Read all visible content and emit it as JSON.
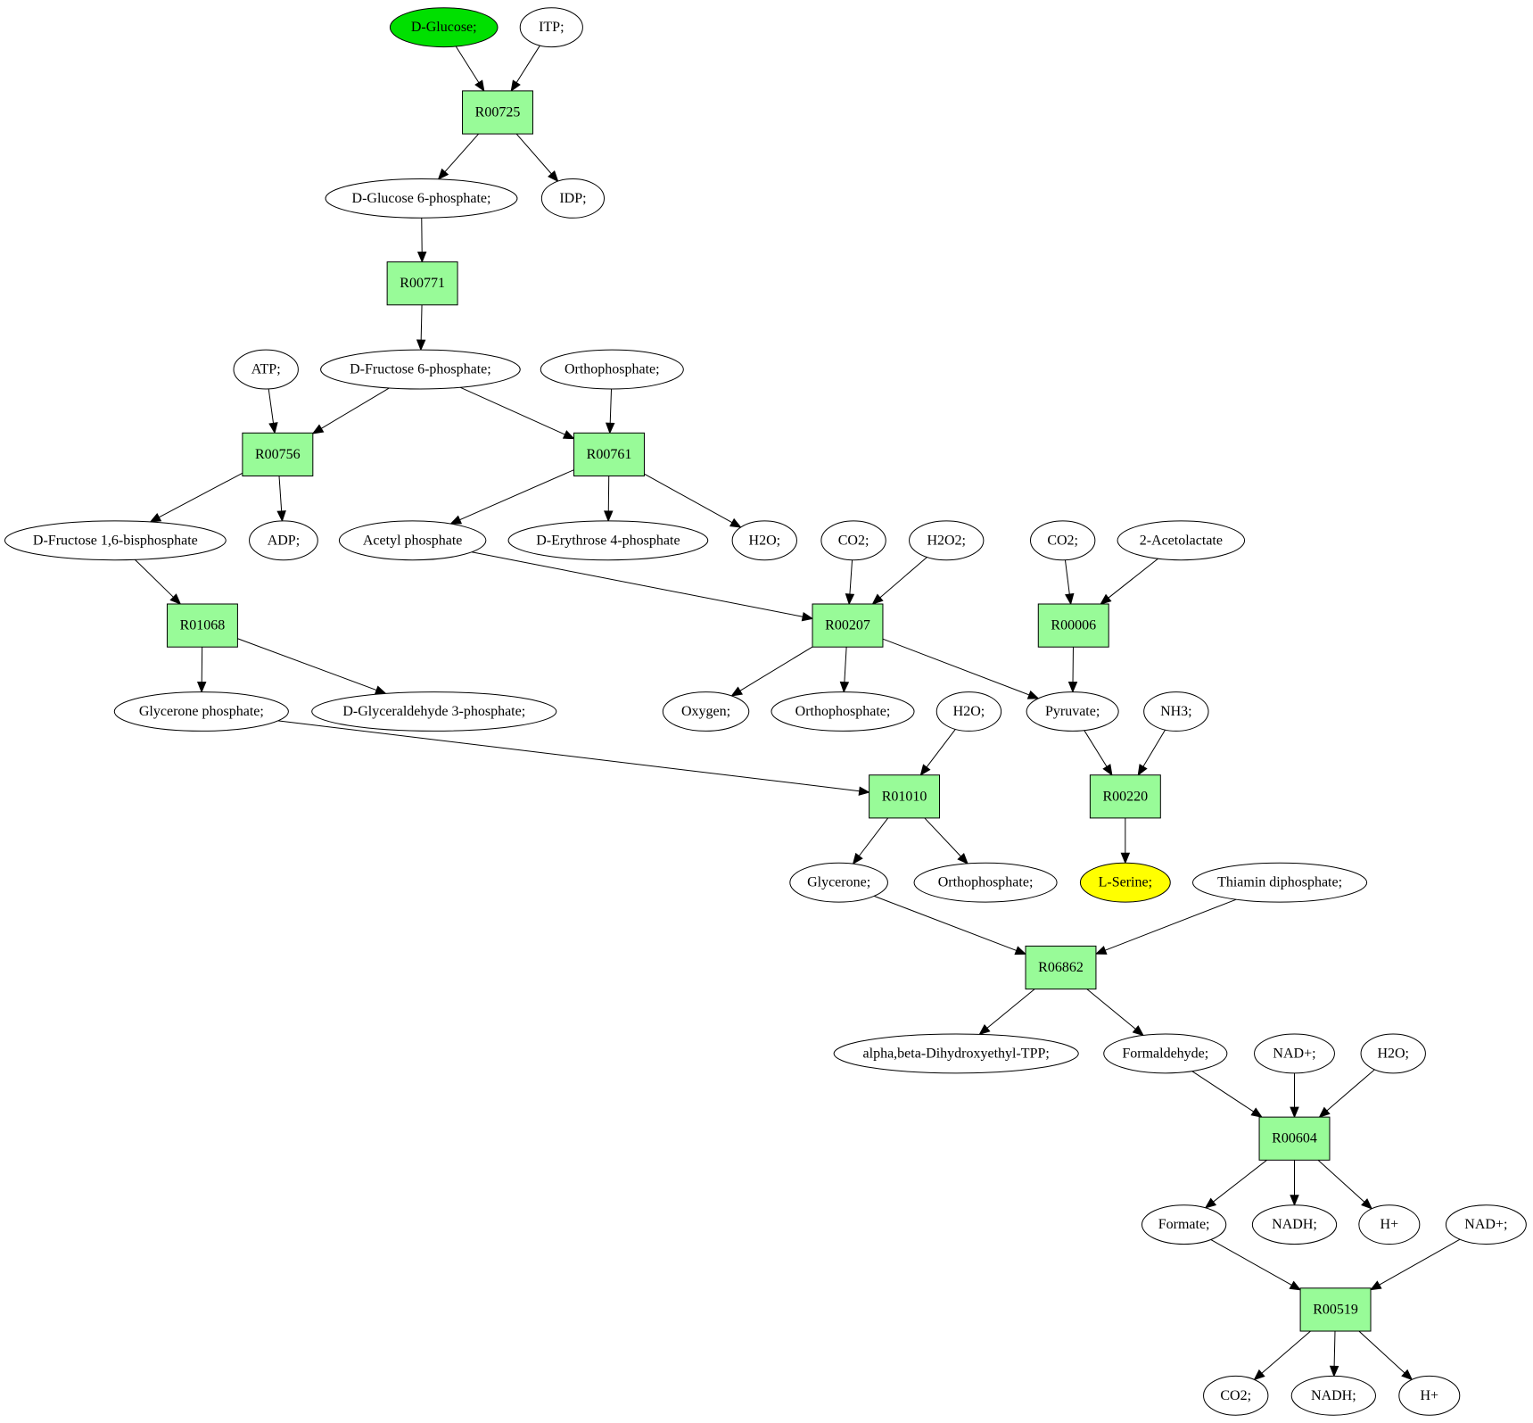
{
  "colors": {
    "reaction_fill": "#98fb98",
    "compound_fill": "#ffffff",
    "source_fill": "#00e000",
    "target_fill": "#ffff00",
    "stroke": "#000000"
  },
  "compounds": [
    {
      "id": "c_dglucose",
      "label": "D-Glucose;",
      "role": "source"
    },
    {
      "id": "c_itp",
      "label": "ITP;"
    },
    {
      "id": "c_g6p",
      "label": "D-Glucose 6-phosphate;"
    },
    {
      "id": "c_idp",
      "label": "IDP;"
    },
    {
      "id": "c_atp",
      "label": "ATP;"
    },
    {
      "id": "c_f6p",
      "label": "D-Fructose 6-phosphate;"
    },
    {
      "id": "c_ortho1",
      "label": "Orthophosphate;"
    },
    {
      "id": "c_f16bp",
      "label": "D-Fructose 1,6-bisphosphate"
    },
    {
      "id": "c_adp",
      "label": "ADP;"
    },
    {
      "id": "c_acetylp",
      "label": "Acetyl phosphate"
    },
    {
      "id": "c_e4p",
      "label": "D-Erythrose 4-phosphate"
    },
    {
      "id": "c_h2o1",
      "label": "H2O;"
    },
    {
      "id": "c_co2a",
      "label": "CO2;"
    },
    {
      "id": "c_h2o2",
      "label": "H2O2;"
    },
    {
      "id": "c_co2b",
      "label": "CO2;"
    },
    {
      "id": "c_acetolactate",
      "label": "2-Acetolactate"
    },
    {
      "id": "c_glycp",
      "label": "Glycerone phosphate;"
    },
    {
      "id": "c_gap",
      "label": "D-Glyceraldehyde 3-phosphate;"
    },
    {
      "id": "c_oxygen",
      "label": "Oxygen;"
    },
    {
      "id": "c_ortho2",
      "label": "Orthophosphate;"
    },
    {
      "id": "c_h2o3",
      "label": "H2O;"
    },
    {
      "id": "c_pyruvate",
      "label": "Pyruvate;"
    },
    {
      "id": "c_nh3",
      "label": "NH3;"
    },
    {
      "id": "c_glycerone",
      "label": "Glycerone;"
    },
    {
      "id": "c_ortho3",
      "label": "Orthophosphate;"
    },
    {
      "id": "c_lserine",
      "label": "L-Serine;",
      "role": "target"
    },
    {
      "id": "c_tpp",
      "label": "Thiamin diphosphate;"
    },
    {
      "id": "c_dhetpp",
      "label": "alpha,beta-Dihydroxyethyl-TPP;"
    },
    {
      "id": "c_formaldehyde",
      "label": "Formaldehyde;"
    },
    {
      "id": "c_nad1",
      "label": "NAD+;"
    },
    {
      "id": "c_h2o4",
      "label": "H2O;"
    },
    {
      "id": "c_formate",
      "label": "Formate;"
    },
    {
      "id": "c_nadh1",
      "label": "NADH;"
    },
    {
      "id": "c_h1",
      "label": "H+"
    },
    {
      "id": "c_nad2",
      "label": "NAD+;"
    },
    {
      "id": "c_co2c",
      "label": "CO2;"
    },
    {
      "id": "c_nadh2",
      "label": "NADH;"
    },
    {
      "id": "c_h2",
      "label": "H+"
    }
  ],
  "reactions": [
    {
      "id": "r_00725",
      "label": "R00725"
    },
    {
      "id": "r_00771",
      "label": "R00771"
    },
    {
      "id": "r_00756",
      "label": "R00756"
    },
    {
      "id": "r_00761",
      "label": "R00761"
    },
    {
      "id": "r_01068",
      "label": "R01068"
    },
    {
      "id": "r_00207",
      "label": "R00207"
    },
    {
      "id": "r_00006",
      "label": "R00006"
    },
    {
      "id": "r_01010",
      "label": "R01010"
    },
    {
      "id": "r_00220",
      "label": "R00220"
    },
    {
      "id": "r_06862",
      "label": "R06862"
    },
    {
      "id": "r_00604",
      "label": "R00604"
    },
    {
      "id": "r_00519",
      "label": "R00519"
    }
  ],
  "edges": [
    [
      "c_dglucose",
      "r_00725"
    ],
    [
      "c_itp",
      "r_00725"
    ],
    [
      "r_00725",
      "c_g6p"
    ],
    [
      "r_00725",
      "c_idp"
    ],
    [
      "c_g6p",
      "r_00771"
    ],
    [
      "r_00771",
      "c_f6p"
    ],
    [
      "c_atp",
      "r_00756"
    ],
    [
      "c_f6p",
      "r_00756"
    ],
    [
      "c_f6p",
      "r_00761"
    ],
    [
      "c_ortho1",
      "r_00761"
    ],
    [
      "r_00756",
      "c_f16bp"
    ],
    [
      "r_00756",
      "c_adp"
    ],
    [
      "r_00761",
      "c_acetylp"
    ],
    [
      "r_00761",
      "c_e4p"
    ],
    [
      "r_00761",
      "c_h2o1"
    ],
    [
      "c_f16bp",
      "r_01068"
    ],
    [
      "c_acetylp",
      "r_00207"
    ],
    [
      "c_co2a",
      "r_00207"
    ],
    [
      "c_h2o2",
      "r_00207"
    ],
    [
      "c_co2b",
      "r_00006"
    ],
    [
      "c_acetolactate",
      "r_00006"
    ],
    [
      "r_01068",
      "c_glycp"
    ],
    [
      "r_01068",
      "c_gap"
    ],
    [
      "r_00207",
      "c_oxygen"
    ],
    [
      "r_00207",
      "c_ortho2"
    ],
    [
      "r_00207",
      "c_pyruvate"
    ],
    [
      "r_00006",
      "c_pyruvate"
    ],
    [
      "c_glycp",
      "r_01010"
    ],
    [
      "c_h2o3",
      "r_01010"
    ],
    [
      "c_pyruvate",
      "r_00220"
    ],
    [
      "c_nh3",
      "r_00220"
    ],
    [
      "r_01010",
      "c_glycerone"
    ],
    [
      "r_01010",
      "c_ortho3"
    ],
    [
      "r_00220",
      "c_lserine"
    ],
    [
      "c_glycerone",
      "r_06862"
    ],
    [
      "c_tpp",
      "r_06862"
    ],
    [
      "r_06862",
      "c_dhetpp"
    ],
    [
      "r_06862",
      "c_formaldehyde"
    ],
    [
      "c_formaldehyde",
      "r_00604"
    ],
    [
      "c_nad1",
      "r_00604"
    ],
    [
      "c_h2o4",
      "r_00604"
    ],
    [
      "r_00604",
      "c_formate"
    ],
    [
      "r_00604",
      "c_nadh1"
    ],
    [
      "r_00604",
      "c_h1"
    ],
    [
      "c_formate",
      "r_00519"
    ],
    [
      "c_nad2",
      "r_00519"
    ],
    [
      "r_00519",
      "c_co2c"
    ],
    [
      "r_00519",
      "c_nadh2"
    ],
    [
      "r_00519",
      "c_h2"
    ]
  ]
}
